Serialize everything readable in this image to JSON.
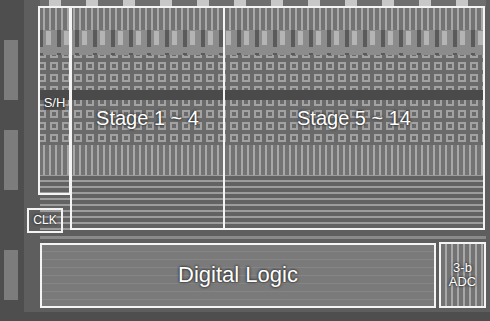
{
  "diagram": {
    "nodes": [
      {
        "text": [
          "S/H"
        ]
      },
      {
        "text": [
          "Stage 1 ~ 4"
        ]
      },
      {
        "text": [
          "Stage 5 ~ 14"
        ]
      },
      {
        "text": [
          "CLK"
        ]
      },
      {
        "text": [
          "Digital Logic"
        ]
      },
      {
        "text": [
          "3-b ADC"
        ]
      }
    ],
    "edges": []
  }
}
